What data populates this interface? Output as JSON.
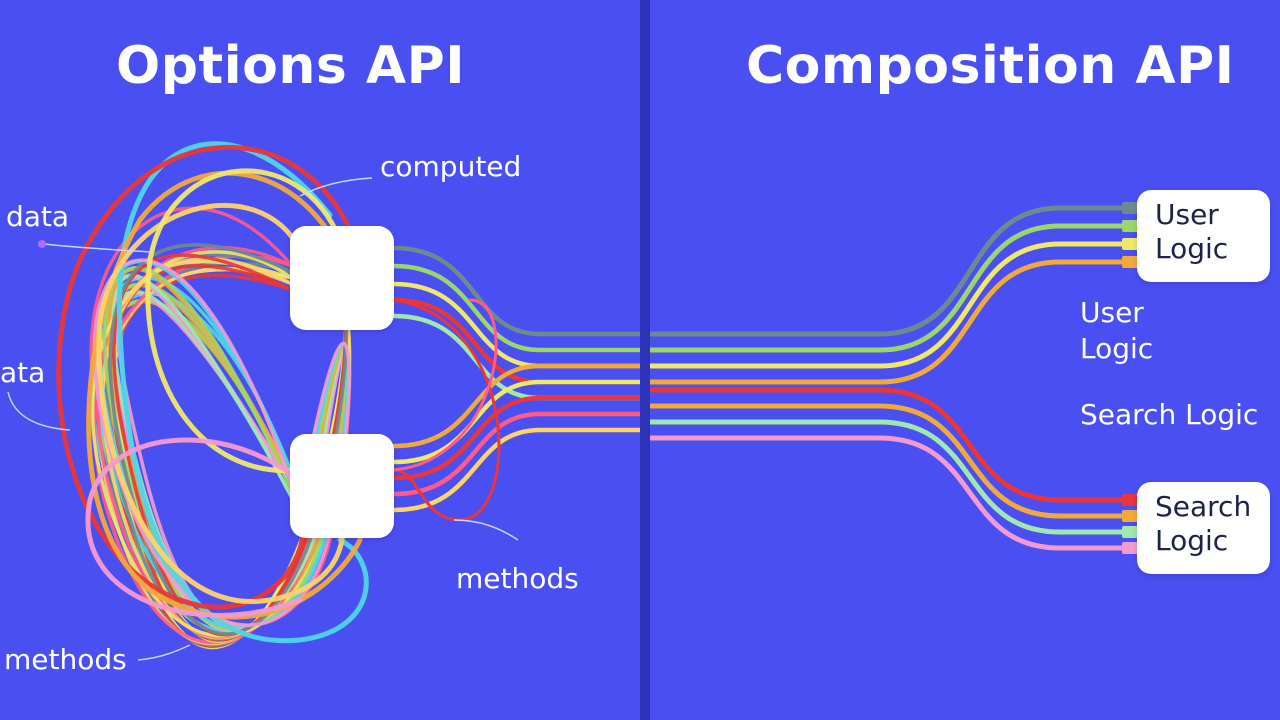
{
  "left_panel": {
    "title": "Options API",
    "labels": [
      "data",
      "ata",
      "computed",
      "methods",
      "methods"
    ]
  },
  "right_panel": {
    "title": "Composition API",
    "modules": [
      {
        "line1": "User",
        "line2": "Logic"
      },
      {
        "line1": "Search",
        "line2": "Logic"
      }
    ],
    "labels": [
      "User",
      "Logic",
      "Search Logic"
    ]
  },
  "colors": {
    "background": "#4a4ff2",
    "divider": "#2d33b8",
    "strands": [
      "#ff5a8a",
      "#f2a93b",
      "#f0e86a",
      "#9bd66b",
      "#e8363a",
      "#4ed6e8",
      "#6f8a8e",
      "#f59ad0",
      "#ffd36a",
      "#a0e8b0"
    ]
  }
}
